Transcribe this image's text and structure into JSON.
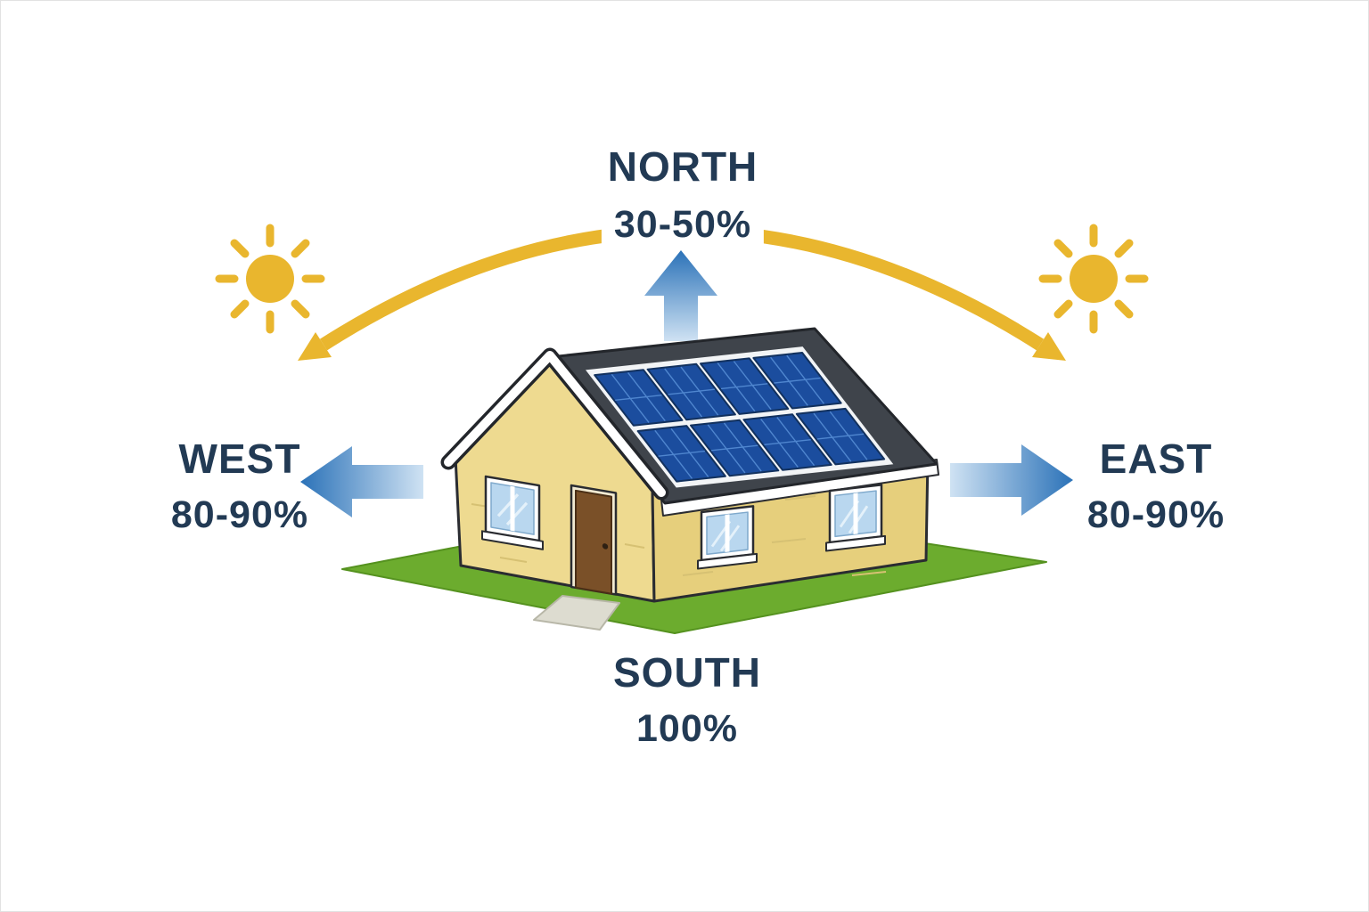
{
  "directions": {
    "north": {
      "label": "NORTH",
      "value": "30-50%"
    },
    "west": {
      "label": "WEST",
      "value": "80-90%"
    },
    "east": {
      "label": "EAST",
      "value": "80-90%"
    },
    "south": {
      "label": "SOUTH",
      "value": "100%"
    }
  },
  "icons": {
    "sun_left": "sun-icon",
    "sun_right": "sun-icon",
    "sun_path": "curved-double-headed-arrow",
    "north_arrow": "arrow-up",
    "west_arrow": "arrow-left",
    "east_arrow": "arrow-right",
    "house": "house-with-rooftop-solar-panels"
  },
  "colors": {
    "label_text": "#223a54",
    "arrow_blue": "#2b72b8",
    "arrow_blue_fade": "#cfe2f3",
    "sun_yellow": "#e9b62e",
    "roof_gray": "#3f444b",
    "panel_blue": "#1b4d9e",
    "panel_cell_line": "#4f86cf",
    "wall_cream": "#eeda90",
    "wall_shaded": "#e6cf7c",
    "door_brown": "#7a5028",
    "ground_green": "#6cac2e",
    "glass_blue": "#b9d7ef"
  }
}
